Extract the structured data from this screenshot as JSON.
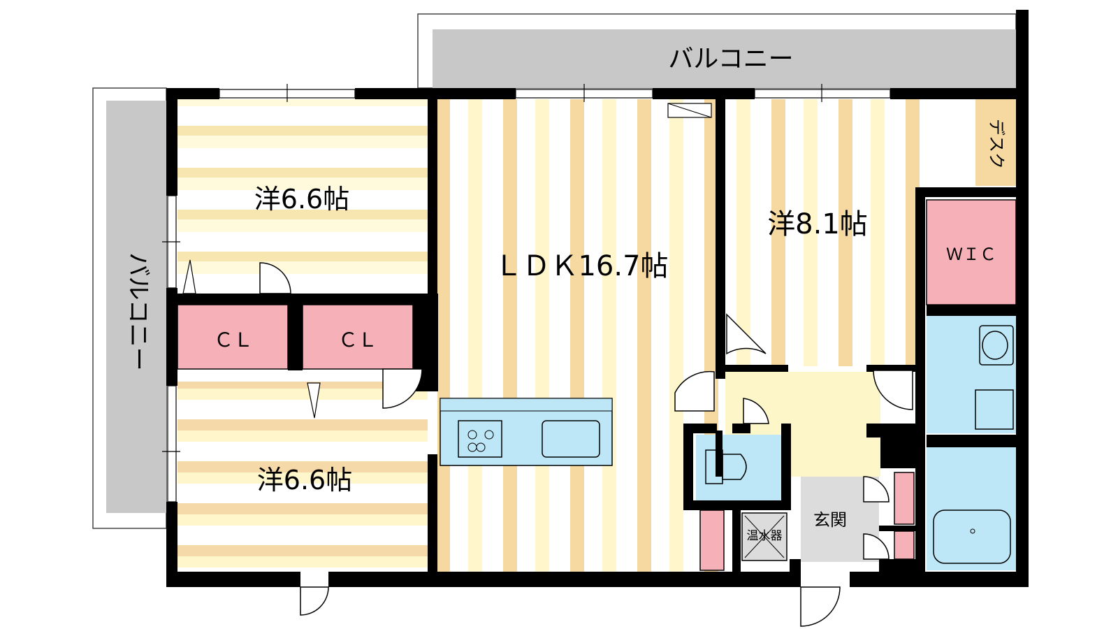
{
  "floorplan": {
    "rooms": {
      "west_bedroom_upper": "洋6.6帖",
      "west_bedroom_lower": "洋6.6帖",
      "ldk": "ＬＤＫ16.7帖",
      "east_bedroom": "洋8.1帖",
      "closet_left": "ＣＬ",
      "closet_right": "ＣＬ",
      "walk_in_closet": "ＷＩＣ",
      "desk": "デスク",
      "entrance": "玄関",
      "water_heater": "温水器",
      "balcony_top": "バルコニー",
      "balcony_left": "バルコニー"
    },
    "colors": {
      "wall": "#000000",
      "floor_stripe_light": "#fff8d0",
      "floor_stripe_wood": "#f0c890",
      "closet": "#f6b0b8",
      "wet_area": "#bde6f6",
      "balcony": "#c8c8c8",
      "hall": "#fdf6c8",
      "entrance_floor": "#dcdcdc"
    }
  }
}
